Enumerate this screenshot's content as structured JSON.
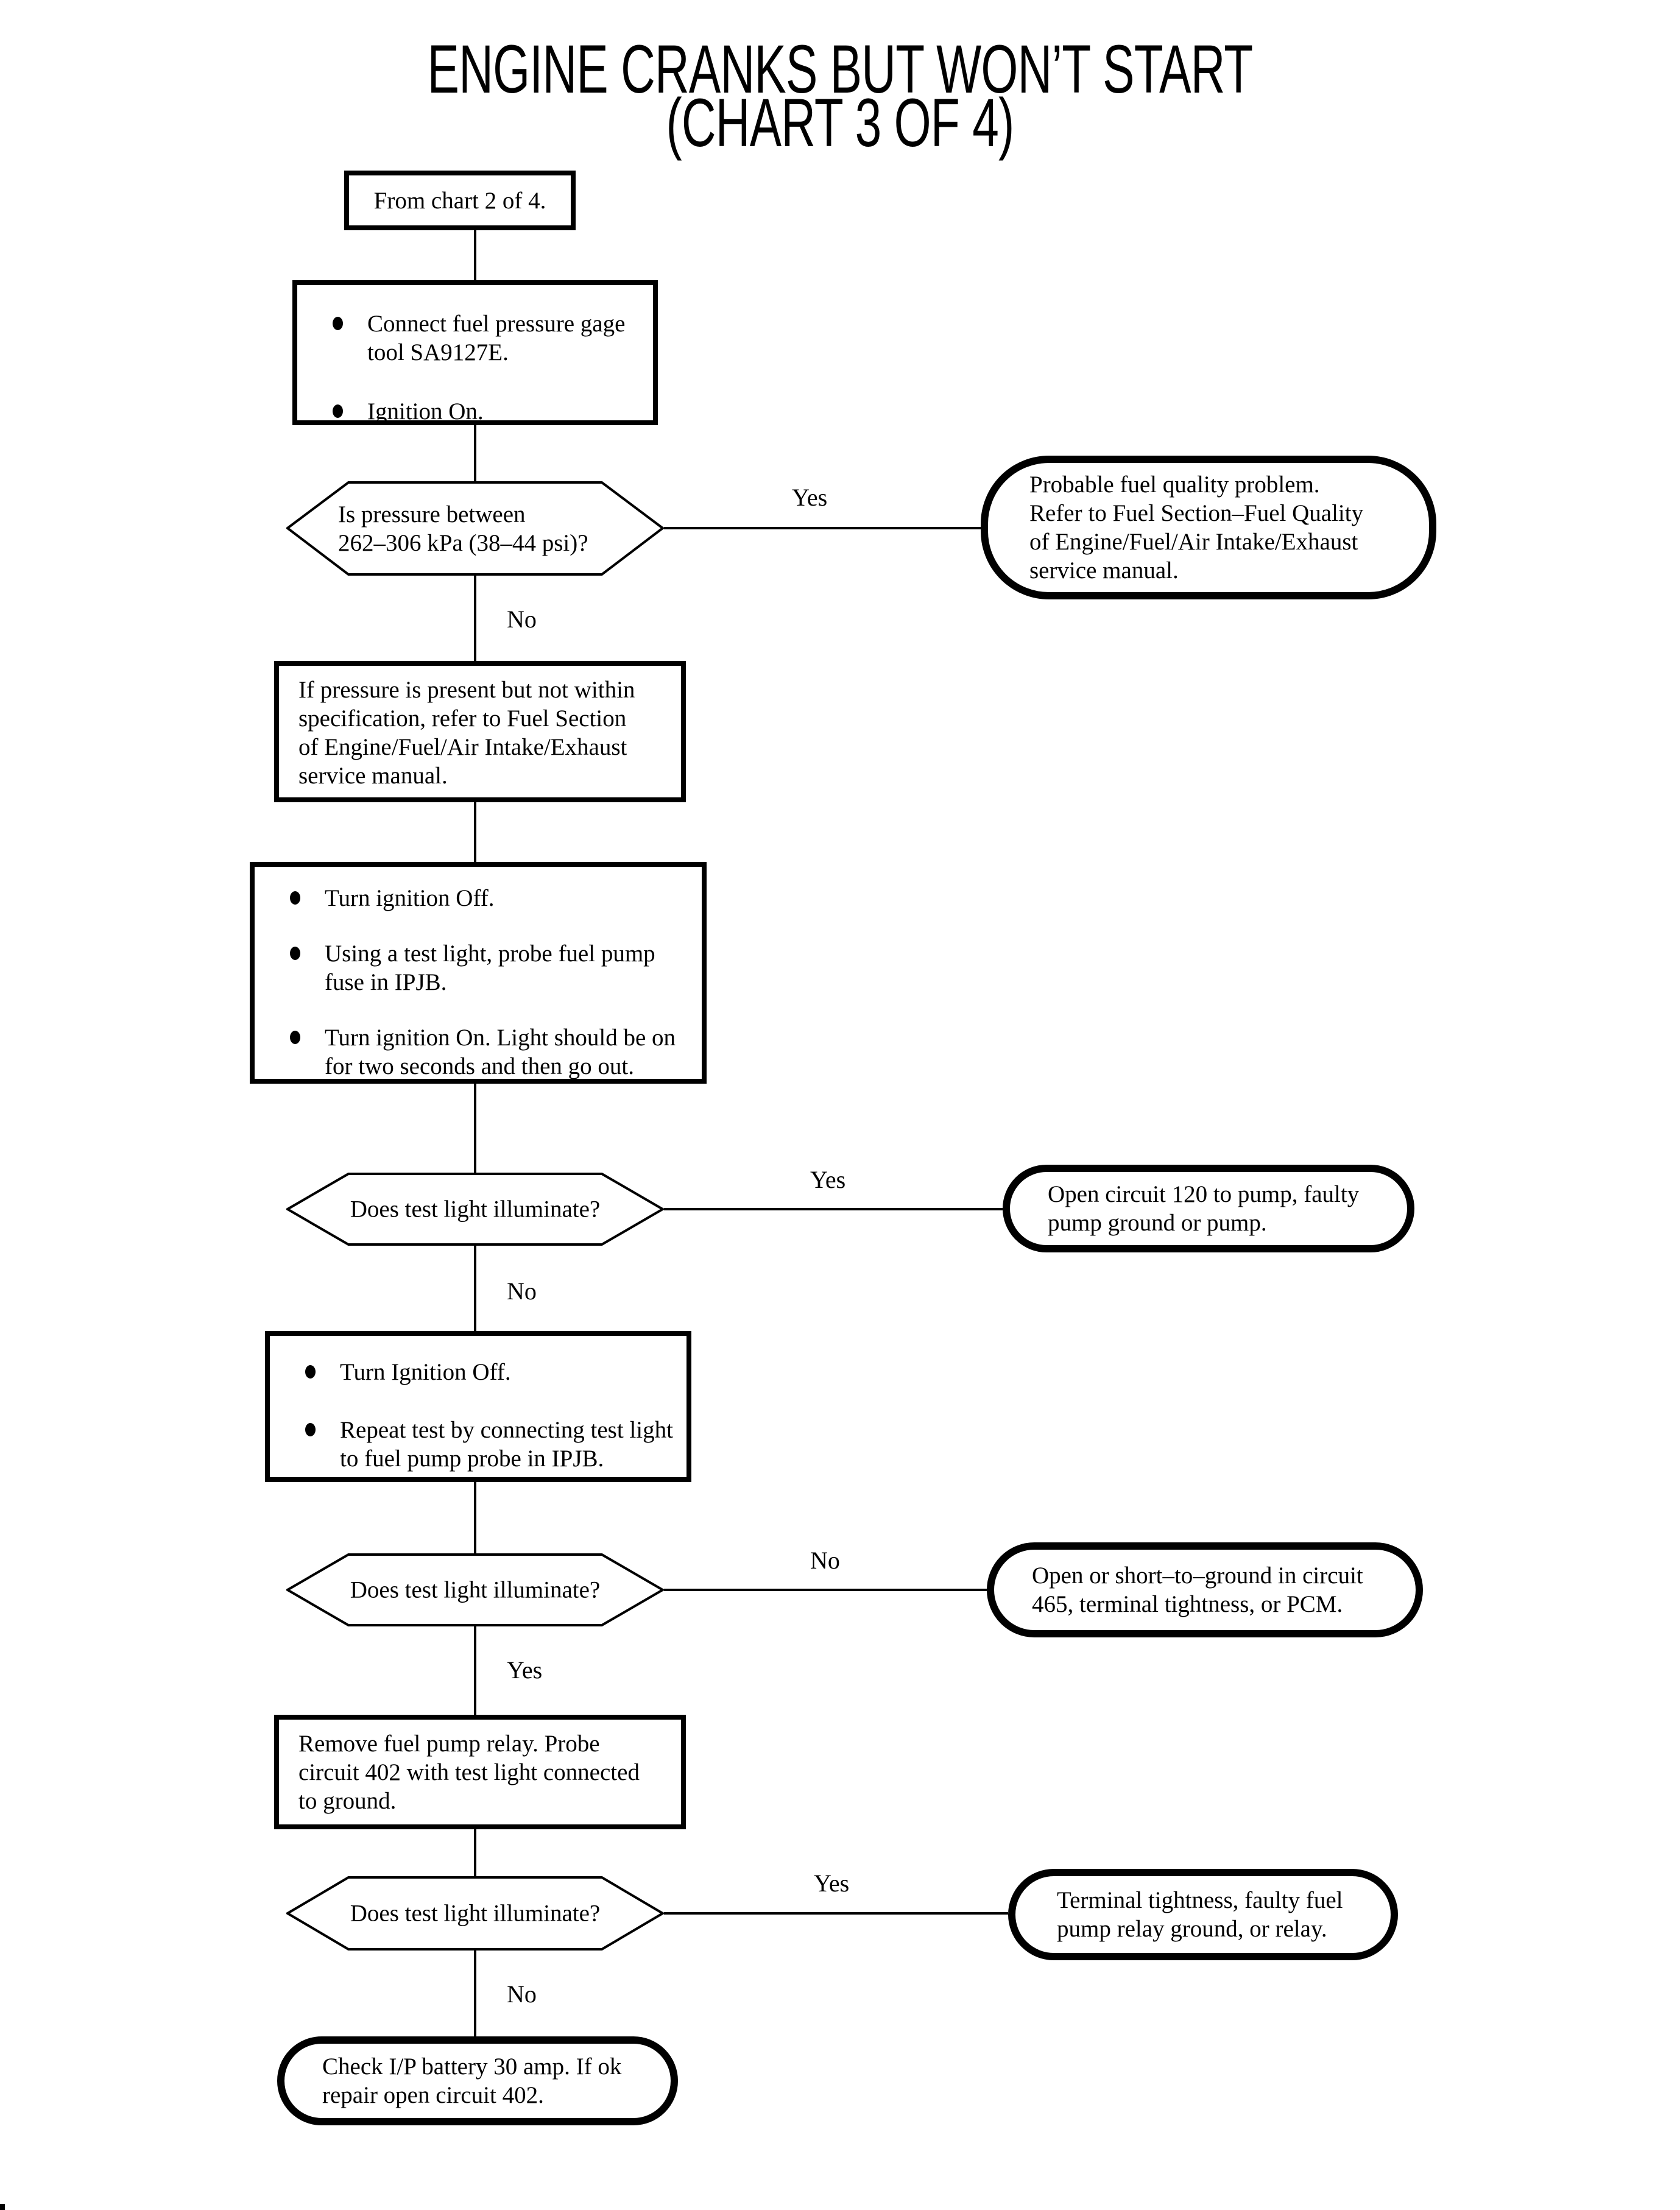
{
  "colors": {
    "ink": "#000000",
    "paper": "#ffffff"
  },
  "title": {
    "line1": "ENGINE CRANKS BUT WON’T START",
    "line2": "(CHART 3 OF 4)"
  },
  "nodes": {
    "start": {
      "text": "From chart 2 of 4."
    },
    "step1": {
      "bullets": [
        {
          "lines": [
            "Connect fuel pressure gage",
            "tool SA9127E."
          ]
        },
        {
          "lines": [
            "Ignition On."
          ]
        }
      ]
    },
    "decision1": {
      "lines": [
        "Is pressure between",
        "262–306 kPa (38–44 psi)?"
      ]
    },
    "result1": {
      "lines": [
        "Probable fuel quality problem.",
        "Refer to Fuel Section–Fuel Quality",
        "of Engine/Fuel/Air Intake/Exhaust",
        "service manual."
      ]
    },
    "spec_box": {
      "lines": [
        "If pressure is present but not within",
        "specification, refer to Fuel Section",
        "of Engine/Fuel/Air Intake/Exhaust",
        "service manual."
      ]
    },
    "step2": {
      "bullets": [
        {
          "lines": [
            "Turn ignition Off."
          ]
        },
        {
          "lines": [
            "Using a test light, probe fuel pump",
            "fuse in IPJB."
          ]
        },
        {
          "lines": [
            "Turn ignition On. Light should be on",
            "for two seconds and then go out."
          ]
        }
      ]
    },
    "decision2": {
      "lines": [
        "Does test light illuminate?"
      ]
    },
    "result2": {
      "lines": [
        "Open circuit 120 to pump, faulty",
        "pump ground or pump."
      ]
    },
    "step3": {
      "bullets": [
        {
          "lines": [
            "Turn Ignition Off."
          ]
        },
        {
          "lines": [
            "Repeat test by connecting test light",
            "to fuel pump probe in IPJB."
          ]
        }
      ]
    },
    "decision3": {
      "lines": [
        "Does test light illuminate?"
      ]
    },
    "result3": {
      "lines": [
        "Open or short–to–ground in circuit",
        "465, terminal tightness, or PCM."
      ]
    },
    "step4": {
      "lines": [
        "Remove fuel pump relay. Probe",
        "circuit 402 with test light connected",
        "to ground."
      ]
    },
    "decision4": {
      "lines": [
        "Does test light illuminate?"
      ]
    },
    "result4": {
      "lines": [
        "Terminal tightness, faulty fuel",
        "pump relay ground, or relay."
      ]
    },
    "result5": {
      "lines": [
        "Check I/P battery 30 amp. If ok",
        "repair open circuit 402."
      ]
    }
  },
  "edges": {
    "d1_yes": "Yes",
    "d1_no": "No",
    "d2_yes": "Yes",
    "d2_no": "No",
    "d3_no": "No",
    "d3_yes": "Yes",
    "d4_yes": "Yes",
    "d4_no": "No"
  }
}
